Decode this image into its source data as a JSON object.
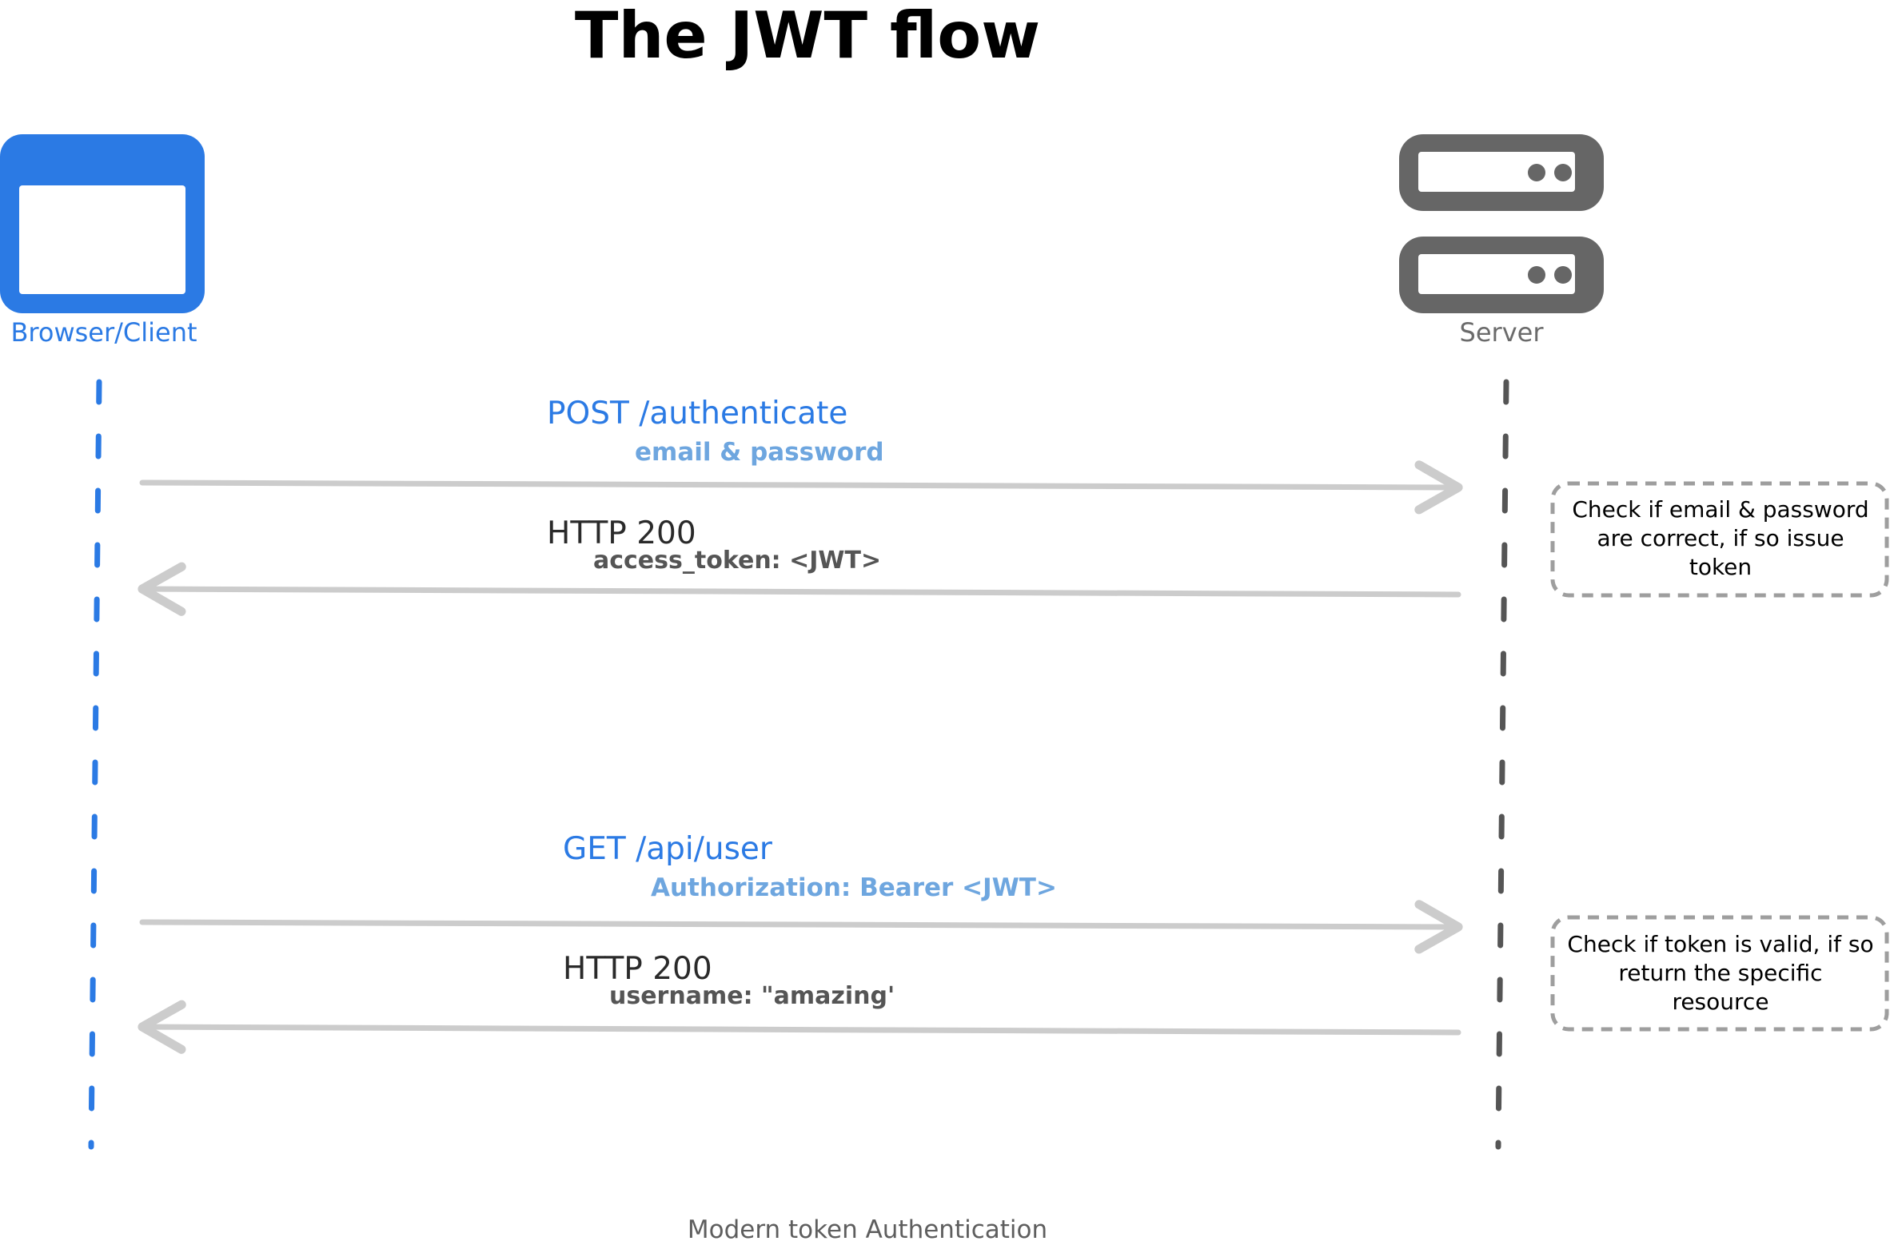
{
  "title": "The JWT flow",
  "actors": {
    "client": {
      "label": "Browser/Client",
      "icon": "browser-window-icon",
      "color": "#2b7ae4"
    },
    "server": {
      "label": "Server",
      "icon": "server-rack-icon",
      "color": "#666666"
    }
  },
  "messages": [
    {
      "direction": "client-to-server",
      "label": "POST /authenticate",
      "detail": "email & password"
    },
    {
      "direction": "server-to-client",
      "label": "HTTP 200",
      "detail": "access_token: <JWT>"
    },
    {
      "direction": "client-to-server",
      "label": "GET /api/user",
      "detail": "Authorization: Bearer <JWT>"
    },
    {
      "direction": "server-to-client",
      "label": "HTTP 200",
      "detail": "username: \"amazing'"
    }
  ],
  "notes": [
    {
      "text": "Check if email & password are correct, if so issue token"
    },
    {
      "text": "Check if token is valid, if so return the specific resource"
    }
  ],
  "caption": "Modern token Authentication",
  "colors": {
    "client_blue": "#2b7ae4",
    "request_detail": "#6ea6df",
    "server_gray": "#666666",
    "arrow_gray": "#cccccc",
    "note_border": "#9e9e9e"
  }
}
